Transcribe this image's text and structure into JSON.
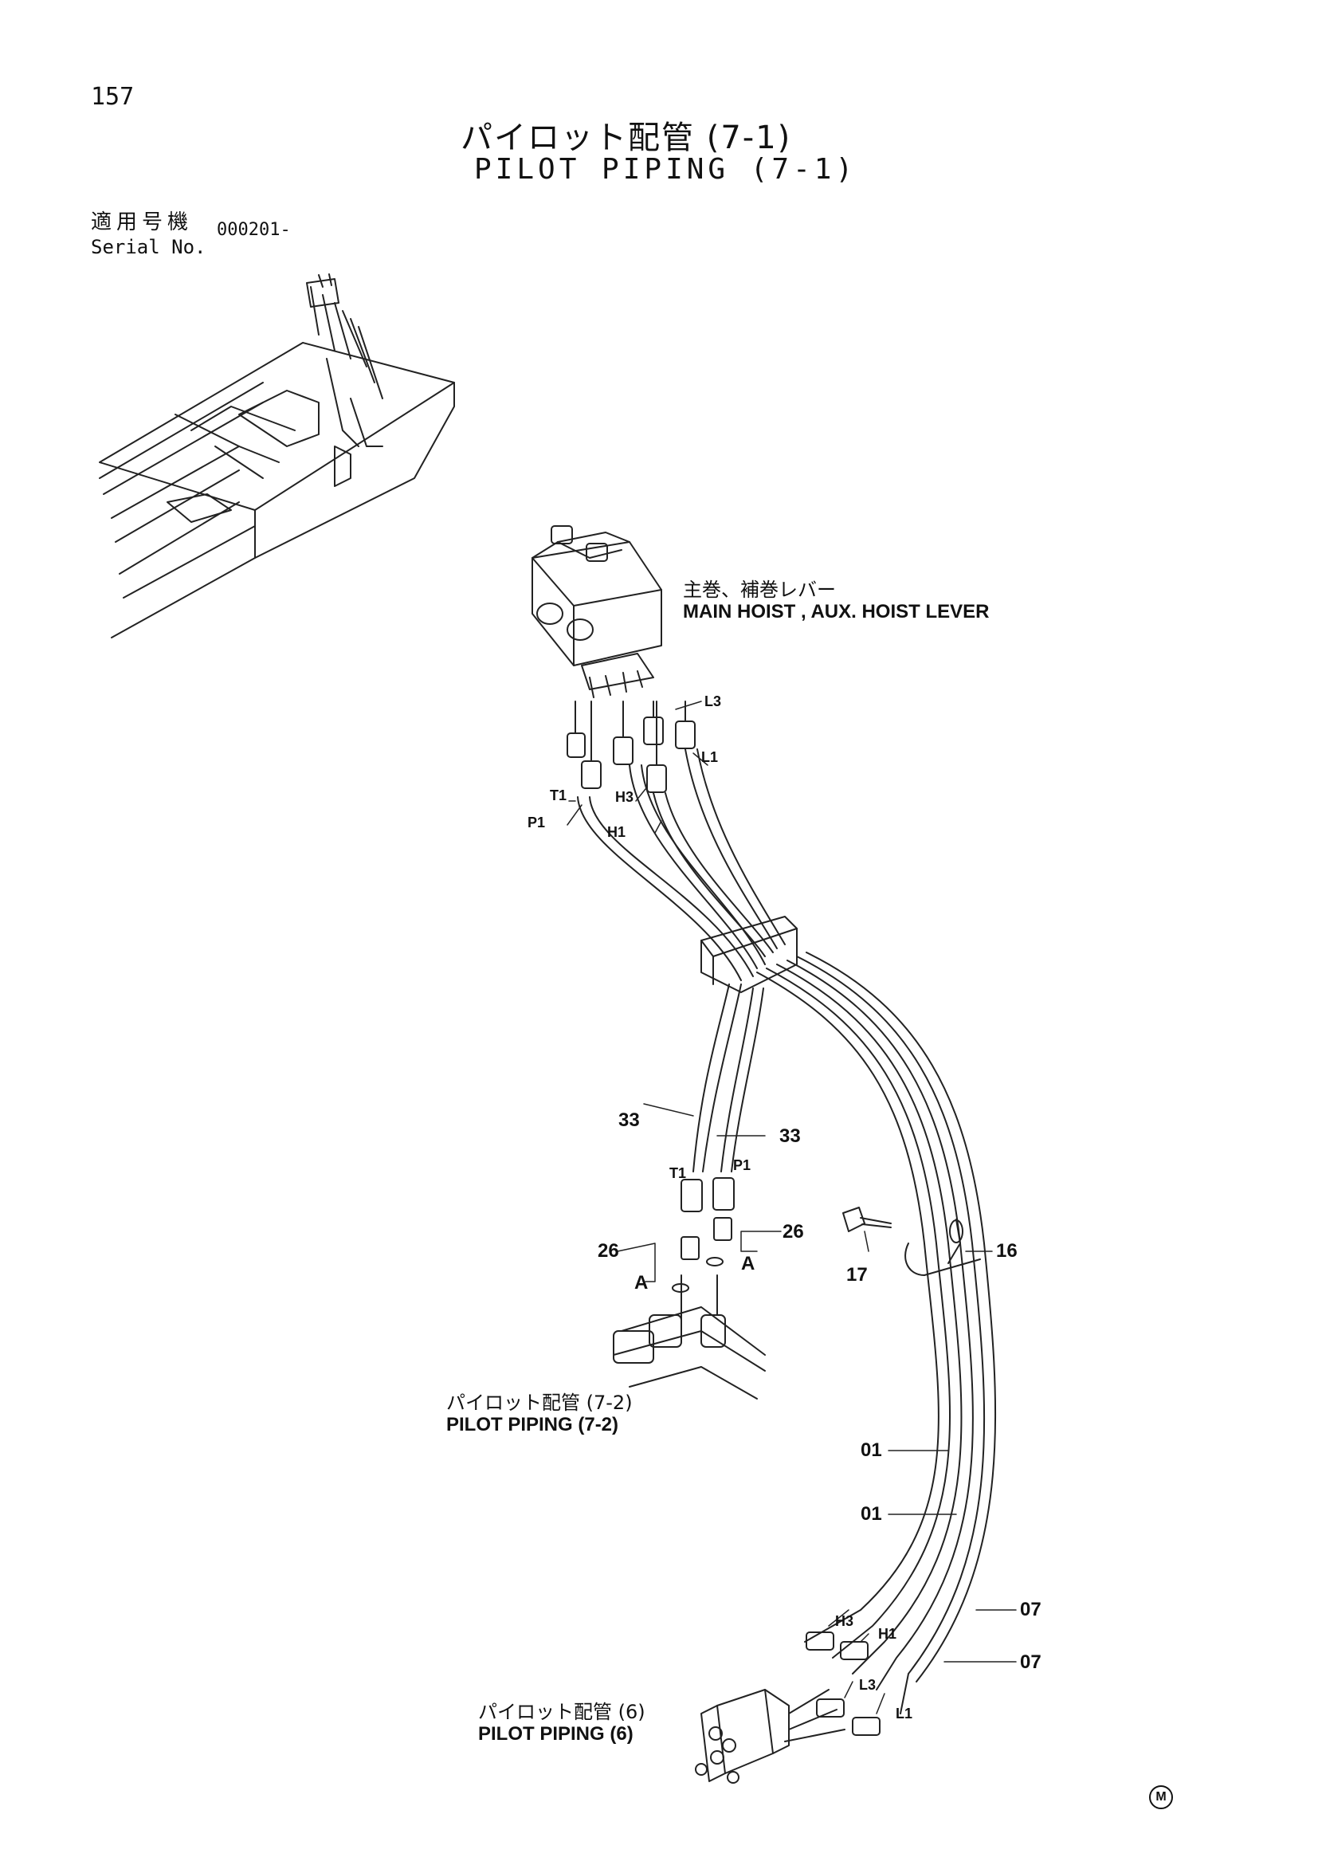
{
  "header": {
    "page_number": "157",
    "title_jp": "パイロット配管 (7-1)",
    "title_en": "PILOT PIPING (7-1)",
    "serial_label_jp": "適用号機",
    "serial_label_en": "Serial No.",
    "serial_value": "000201-"
  },
  "callouts": {
    "lever_jp": "主巻、補巻レバー",
    "lever_en": "MAIN HOIST , AUX. HOIST LEVER",
    "link_72_jp": "パイロット配管 (7-2)",
    "link_72_en": "PILOT PIPING (7-2)",
    "link_6_jp": "パイロット配管 (6)",
    "link_6_en": "PILOT PIPING (6)"
  },
  "port_labels": {
    "L3_top": "L3",
    "L1_top": "L1",
    "T1_top": "T1",
    "H3_top": "H3",
    "P1_top": "P1",
    "H1_top": "H1",
    "T1_mid": "T1",
    "P1_mid": "P1",
    "H3_bot": "H3",
    "H1_bot": "H1",
    "L3_bot": "L3",
    "L1_bot": "L1"
  },
  "part_numbers": {
    "p33a": "33",
    "p33b": "33",
    "p26a": "26",
    "p26b": "26",
    "detail_a1": "A",
    "detail_a2": "A",
    "p16": "16",
    "p17": "17",
    "p01a": "01",
    "p01b": "01",
    "p07a": "07",
    "p07b": "07"
  },
  "footer": {
    "mark": "M"
  }
}
